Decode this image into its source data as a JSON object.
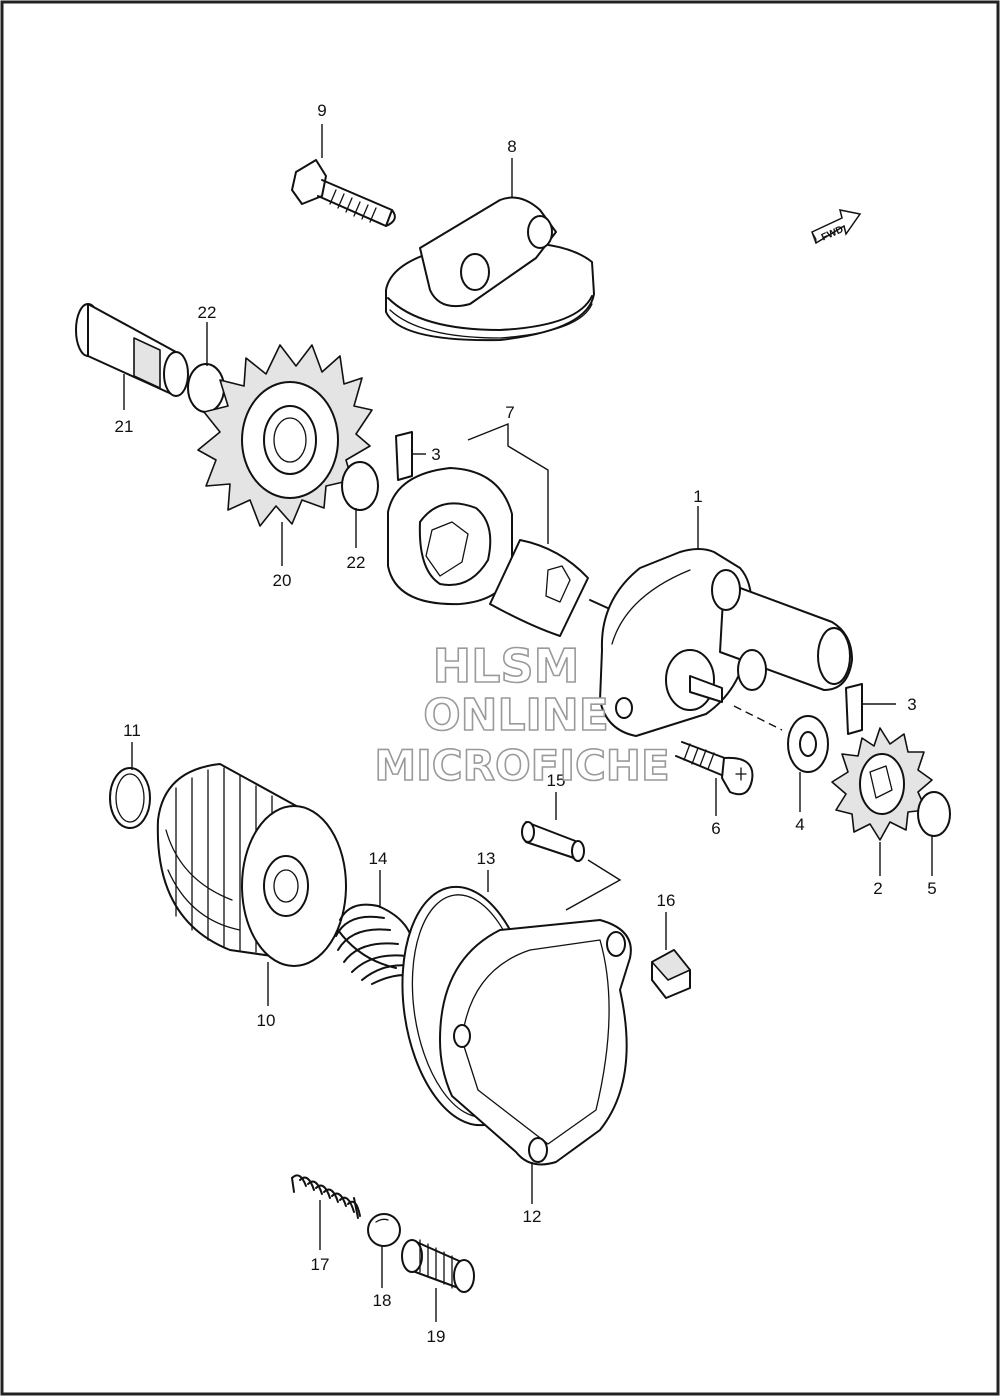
{
  "diagram": {
    "fwd_label": "FWD",
    "watermark": [
      "HLSM",
      "ONLINE",
      "MICROFICHE"
    ],
    "callouts": [
      {
        "id": "1",
        "text": "1"
      },
      {
        "id": "2",
        "text": "2"
      },
      {
        "id": "3a",
        "text": "3"
      },
      {
        "id": "3b",
        "text": "3"
      },
      {
        "id": "4",
        "text": "4"
      },
      {
        "id": "5",
        "text": "5"
      },
      {
        "id": "6",
        "text": "6"
      },
      {
        "id": "7",
        "text": "7"
      },
      {
        "id": "8",
        "text": "8"
      },
      {
        "id": "9",
        "text": "9"
      },
      {
        "id": "10",
        "text": "10"
      },
      {
        "id": "11",
        "text": "11"
      },
      {
        "id": "12",
        "text": "12"
      },
      {
        "id": "13",
        "text": "13"
      },
      {
        "id": "14",
        "text": "14"
      },
      {
        "id": "15",
        "text": "15"
      },
      {
        "id": "16",
        "text": "16"
      },
      {
        "id": "17",
        "text": "17"
      },
      {
        "id": "18",
        "text": "18"
      },
      {
        "id": "19",
        "text": "19"
      },
      {
        "id": "20",
        "text": "20"
      },
      {
        "id": "21",
        "text": "21"
      },
      {
        "id": "22a",
        "text": "22"
      },
      {
        "id": "22b",
        "text": "22"
      }
    ]
  }
}
